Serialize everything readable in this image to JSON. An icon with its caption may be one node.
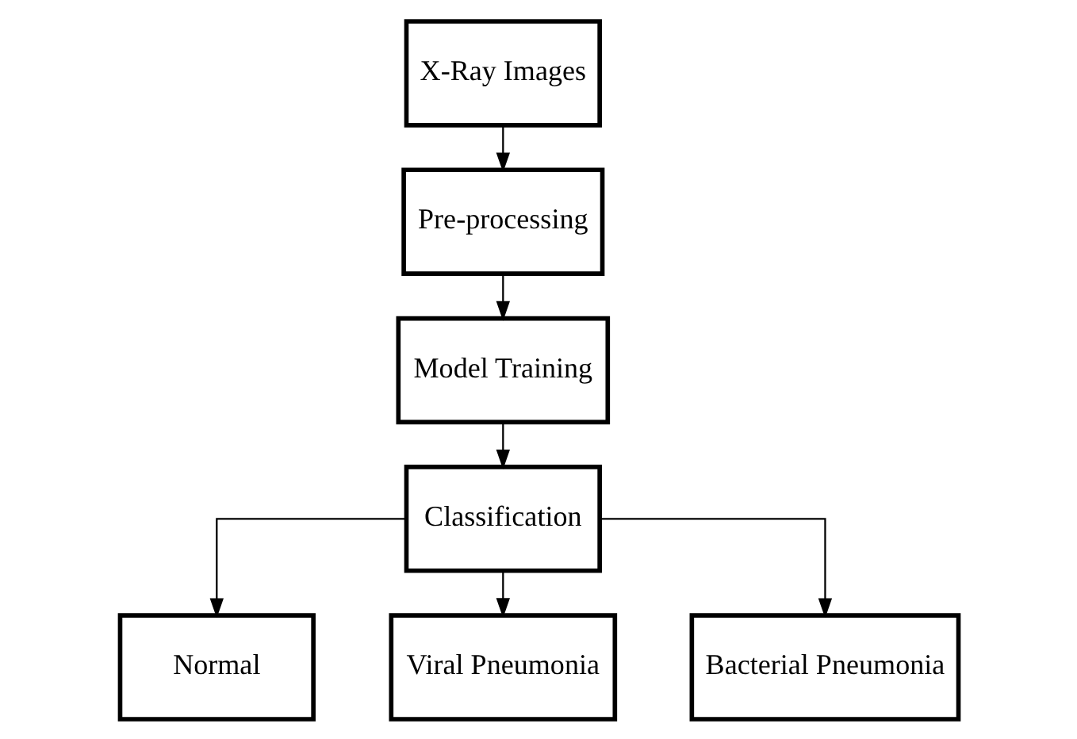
{
  "diagram": {
    "nodes": [
      {
        "text": [
          "X-Ray Images"
        ]
      },
      {
        "text": [
          "Pre-processing"
        ]
      },
      {
        "text": [
          "Model Training"
        ]
      },
      {
        "text": [
          "Classification"
        ]
      },
      {
        "text": [
          "Normal"
        ]
      },
      {
        "text": [
          "Viral Pneumonia"
        ]
      },
      {
        "text": [
          "Bacterial Pneumonia"
        ]
      }
    ],
    "edges": [
      {
        "from": 0,
        "to": 1,
        "arrow": "to"
      },
      {
        "from": 1,
        "to": 2,
        "arrow": "to"
      },
      {
        "from": 2,
        "to": 3,
        "arrow": "to"
      },
      {
        "from": 3,
        "to": 4,
        "arrow": "to"
      },
      {
        "from": 3,
        "to": 5,
        "arrow": "to"
      },
      {
        "from": 3,
        "to": 6,
        "arrow": "to"
      }
    ]
  }
}
